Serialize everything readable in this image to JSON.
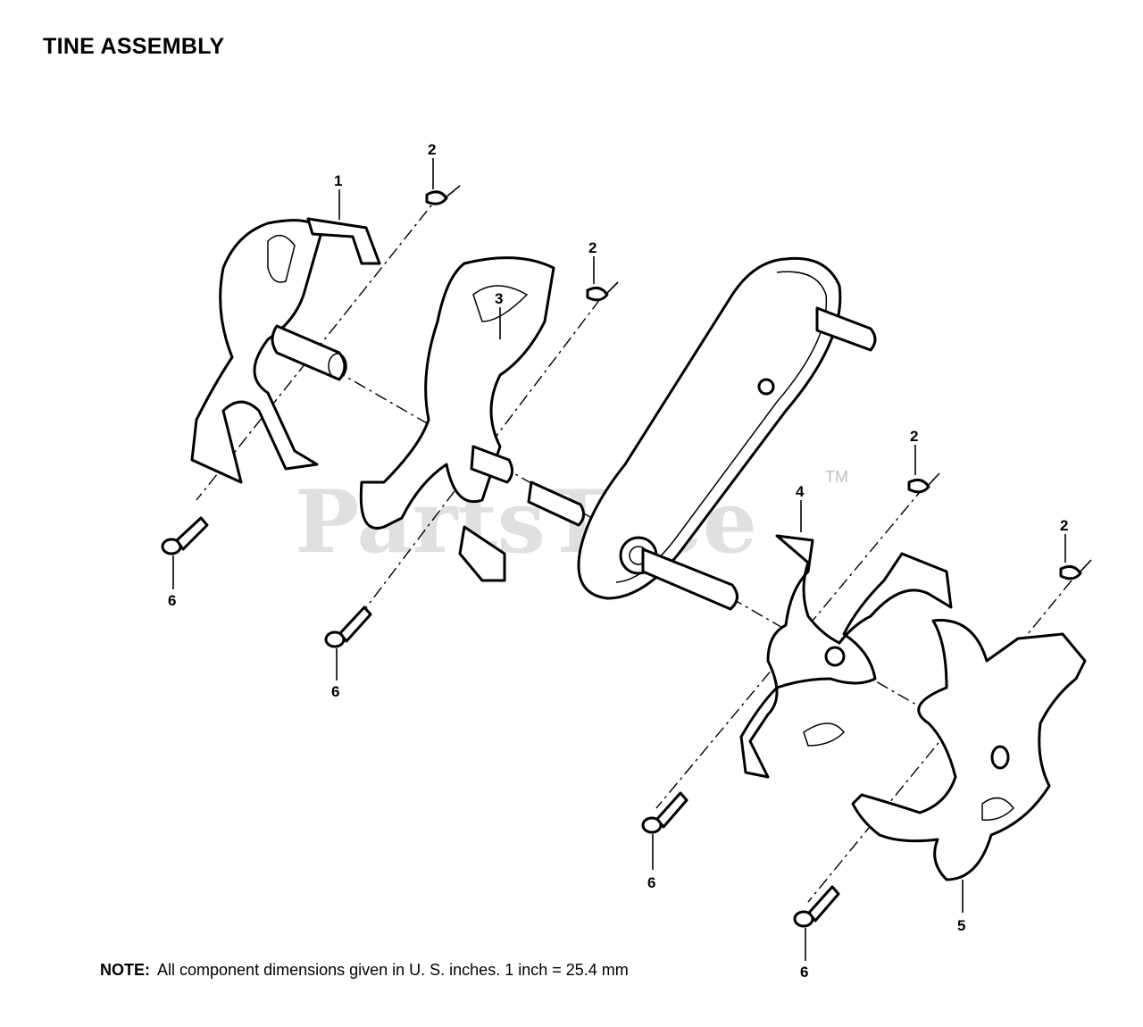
{
  "title": "TINE ASSEMBLY",
  "note": {
    "label": "NOTE:",
    "text": "All component dimensions given in U. S. inches.  1 inch = 25.4 mm"
  },
  "watermark": {
    "text": "PartsTree",
    "tm": "TM"
  },
  "callouts": {
    "c1": "1",
    "c2a": "2",
    "c2b": "2",
    "c2c": "2",
    "c2d": "2",
    "c3": "3",
    "c4": "4",
    "c5": "5",
    "c6a": "6",
    "c6b": "6",
    "c6c": "6",
    "c6d": "6"
  }
}
